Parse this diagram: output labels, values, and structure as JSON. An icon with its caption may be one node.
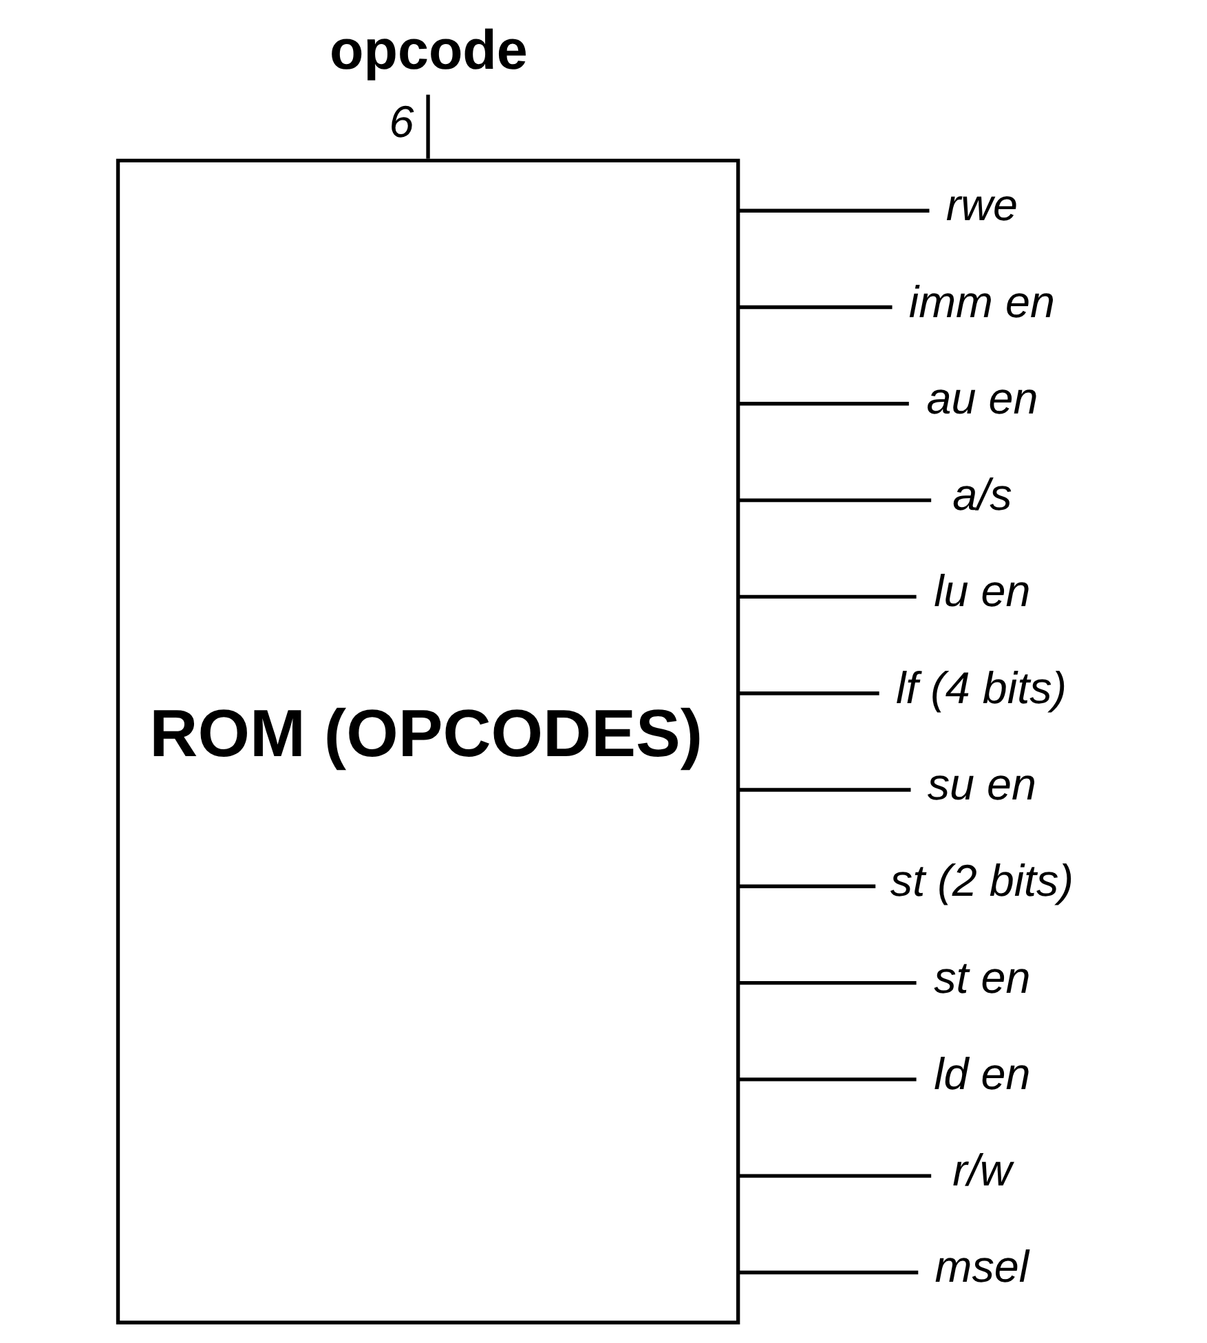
{
  "diagram": {
    "nodes": [
      {
        "text": [
          "opcode"
        ]
      },
      {
        "text": [
          "ROM (OPCODES)"
        ]
      },
      {
        "text": [
          "rwe"
        ]
      },
      {
        "text": [
          "imm en"
        ]
      },
      {
        "text": [
          "au en"
        ]
      },
      {
        "text": [
          "a/s"
        ]
      },
      {
        "text": [
          "lu en"
        ]
      },
      {
        "text": [
          "lf (4 bits)"
        ]
      },
      {
        "text": [
          "su en"
        ]
      },
      {
        "text": [
          "st (2 bits)"
        ]
      },
      {
        "text": [
          "st en"
        ]
      },
      {
        "text": [
          "ld en"
        ]
      },
      {
        "text": [
          "r/w"
        ]
      },
      {
        "text": [
          "msel"
        ]
      }
    ],
    "edges": [
      {
        "from": 0,
        "to": 1,
        "arrow": "none",
        "label": "6"
      },
      {
        "from": 1,
        "to": 2,
        "arrow": "none"
      },
      {
        "from": 1,
        "to": 3,
        "arrow": "none"
      },
      {
        "from": 1,
        "to": 4,
        "arrow": "none"
      },
      {
        "from": 1,
        "to": 5,
        "arrow": "none"
      },
      {
        "from": 1,
        "to": 6,
        "arrow": "none"
      },
      {
        "from": 1,
        "to": 7,
        "arrow": "none"
      },
      {
        "from": 1,
        "to": 8,
        "arrow": "none"
      },
      {
        "from": 1,
        "to": 9,
        "arrow": "none"
      },
      {
        "from": 1,
        "to": 10,
        "arrow": "none"
      },
      {
        "from": 1,
        "to": 11,
        "arrow": "none"
      },
      {
        "from": 1,
        "to": 12,
        "arrow": "none"
      },
      {
        "from": 1,
        "to": 13,
        "arrow": "none"
      }
    ]
  }
}
